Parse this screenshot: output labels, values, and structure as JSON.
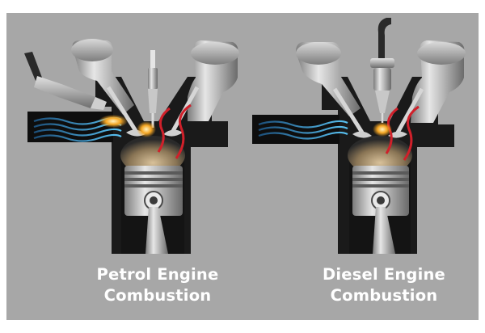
{
  "captions": {
    "petrol": {
      "line1": "Petrol Engine",
      "line2": "Combustion"
    },
    "diesel": {
      "line1": "Diesel Engine",
      "line2": "Combustion"
    }
  },
  "colors": {
    "background": "#a7a7a7",
    "engine_body": "#1a1a1a",
    "metal": "#b5b5b5",
    "intake_flow": "#3aa7e0",
    "spark": "#f5a623",
    "exhaust": "#d0202a"
  },
  "icons": [
    "spark-plug-icon",
    "fuel-injector-icon",
    "piston-icon",
    "valve-icon"
  ]
}
